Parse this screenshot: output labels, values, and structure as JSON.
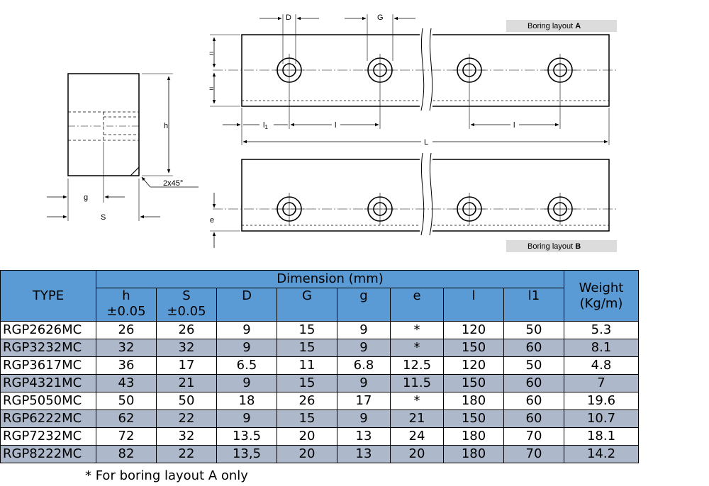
{
  "drawing": {
    "labels": {
      "D": "D",
      "G": "G",
      "h": "h",
      "g": "g",
      "S": "S",
      "L": "L",
      "e": "e",
      "l1": "l",
      "l1_sub": "1",
      "l": "l",
      "chamfer": "2x45°",
      "eq": "="
    },
    "layout_a": {
      "prefix": "Boring layout ",
      "letter": "A"
    },
    "layout_b": {
      "prefix": "Boring layout ",
      "letter": "B"
    }
  },
  "table": {
    "type_header": "TYPE",
    "group_header": "Dimension (mm)",
    "weight_header": [
      "Weight",
      "(Kg/m)"
    ],
    "sub_headers": [
      [
        "h",
        "±0.05"
      ],
      [
        "S",
        "±0.05"
      ],
      [
        "D",
        ""
      ],
      [
        "G",
        ""
      ],
      [
        "g",
        ""
      ],
      [
        "e",
        ""
      ],
      [
        "l",
        ""
      ],
      [
        "l1",
        ""
      ]
    ],
    "rows": [
      [
        "RGP2626MC",
        "26",
        "26",
        "9",
        "15",
        "9",
        "*",
        "120",
        "50",
        "5.3"
      ],
      [
        "RGP3232MC",
        "32",
        "32",
        "9",
        "15",
        "9",
        "*",
        "150",
        "60",
        "8.1"
      ],
      [
        "RGP3617MC",
        "36",
        "17",
        "6.5",
        "11",
        "6.8",
        "12.5",
        "120",
        "50",
        "4.8"
      ],
      [
        "RGP4321MC",
        "43",
        "21",
        "9",
        "15",
        "9",
        "11.5",
        "150",
        "60",
        "7"
      ],
      [
        "RGP5050MC",
        "50",
        "50",
        "18",
        "26",
        "17",
        "*",
        "180",
        "60",
        "19.6"
      ],
      [
        "RGP6222MC",
        "62",
        "22",
        "9",
        "15",
        "9",
        "21",
        "150",
        "60",
        "10.7"
      ],
      [
        "RGP7232MC",
        "72",
        "32",
        "13.5",
        "20",
        "13",
        "24",
        "180",
        "70",
        "18.1"
      ],
      [
        "RGP8222MC",
        "82",
        "22",
        "13,5",
        "20",
        "13",
        "20",
        "180",
        "70",
        "14.2"
      ]
    ]
  },
  "note": "* For boring layout A only"
}
